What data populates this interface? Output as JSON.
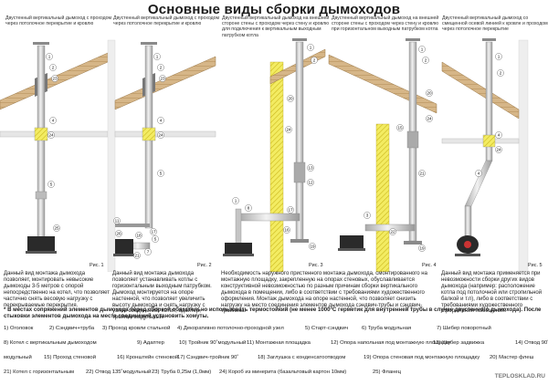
{
  "title": "Основные виды сборки дымоходов",
  "columns": [
    {
      "header": "Двустенный вертикальный дымоход с проходом через потолочное перекрытие и кровлю",
      "fig": "Рис. 1",
      "description": "Данный вид монтажа дымохода позволяет, монтировать невысокие дымоходы 3-5 метров с опорой непосредственно на котел, что позволяет частично снять весовую нагрузку с перекрываемые перекрытия."
    },
    {
      "header": "Двустенный вертикальный дымоход с проходом через потолочное перекрытие и кровлю",
      "fig": "Рис. 2",
      "description": "Данный вид монтажа дымохода позволяет устанавливать котлы с горизонтальным выходным патрубком. Дымоход монтируется на опоре настенной, что позволяет увеличить высоту дымохода и снять нагрузку с узлов соединений: котел, адаптер, тройник модульный."
    },
    {
      "header": "Двустенный вертикальный дымоход на внешней стороне стены с проходом через стену и кровлю для подключения к вертикальным выходным патрубком котла",
      "fig": "Рис. 3",
      "description": "Необходимость наружного пристенного монтажа дымохода, смонтированного на монтажную площадку, закрепленную на опорах стеновых, обуславливается конструктивной невозможностью по разным причинам сборки вертикального дымохода в помещении, либо в соответствии с требованиями художественного оформления. Монтаж дымохода на опоре настенной, что позволяет снизить нагрузку на место соединения элементов дымохода сэндвич-трубы и сэндвич-тройника."
    },
    {
      "header": "Двустенный вертикальный дымоход на внешней стороне стены с проходом через стену и кровлю при горизонтальном выходным патрубком котла",
      "fig": "Рис. 4",
      "description": ""
    },
    {
      "header": "Двустенный вертикальный дымоход со смещенной осевой линией к кровле и проходом через потолочное перекрытие",
      "fig": "Рис. 5",
      "description": "Данный вид монтажа применяется при невозможности сборки других видов дымохода (например: расположение котла под потолочной или стропильной балкой и т.п), либо в соответствии с требованиями художественного оформления помещения."
    }
  ],
  "callouts": {
    "d1": [
      "1",
      "2",
      "23",
      "4",
      "24",
      "5",
      "25"
    ],
    "d2": [
      "1",
      "2",
      "23",
      "4",
      "24",
      "5",
      "11",
      "17",
      "18",
      "5",
      "26",
      "21",
      "7"
    ],
    "d3": [
      "1",
      "2",
      "20",
      "24",
      "13",
      "12",
      "1",
      "8",
      "17",
      "16",
      "19"
    ],
    "d4": [
      "1",
      "2",
      "20",
      "24",
      "15",
      "21",
      "3",
      "22",
      "19"
    ],
    "d5": [
      "1",
      "2",
      "4",
      "24",
      "4"
    ]
  },
  "note": "* В местах сопряжений элементов дымохода перед сборкой обязательно использовать термостойкий (не менее 1000°С герметик для внутренней трубы в случае двустенного дымохода). После стыковки элементов дымохода на места соединений установить хомуты.",
  "legend": [
    "1) Оголовок",
    "2) Сэндвич+труба",
    "3) Проход кровли стальной",
    "4) Декоративно потолочно-проходной узел",
    "5) Старт-сэндвич",
    "6) Труба модульная",
    "7) Шибер поворотный",
    "8) Котел с вертикальным дымоходом",
    "9) Адаптер",
    "10) Тройник 90˚модульный",
    "11) Монтажная площадка",
    "12) Опора напольная под монтажную площадку",
    "13) Шибер задвижка",
    "14) Отвод 90˚",
    "модульный",
    "15) Проход стеновой",
    "16) Кронштейн стеновой",
    "17) Сэндвич-тройник 90˚",
    "18) Заглушка с конденсатоотводом",
    "19) Опора стеновая под монтажную площадку",
    "20) Мастер флеш",
    "21) Котел с горизонтальным",
    "22) Отвод 135˚модульный",
    "23) Труба 0,25м (1,0мм)",
    "24) Короб из минерита (базальтовый картон 10мм)",
    "25) Фланец"
  ],
  "watermark": "TEPLOSKLAD.RU",
  "colors": {
    "pipe": "#c9c9c9",
    "insulation": "#f0e23c",
    "roof": "#c9a878",
    "wall": "#ececec",
    "boiler": "#2a2a2a"
  }
}
